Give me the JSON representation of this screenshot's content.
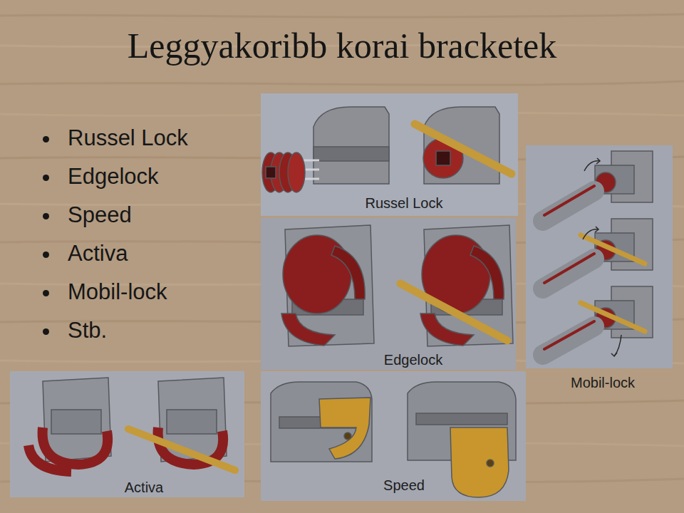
{
  "diagram": {
    "title": "Leggyakoribb korai bracketek",
    "nodes": [
      {
        "text": [
          "Russel Lock"
        ]
      },
      {
        "text": [
          "Mobil-lock"
        ]
      },
      {
        "text": [
          "Edgelock"
        ]
      },
      {
        "text": [
          "Activa"
        ]
      },
      {
        "text": [
          "Speed"
        ]
      }
    ],
    "labels": [
      "Russel Lock",
      "Edgelock",
      "Speed",
      "Activa",
      "Mobil-lock",
      "Stb."
    ]
  }
}
